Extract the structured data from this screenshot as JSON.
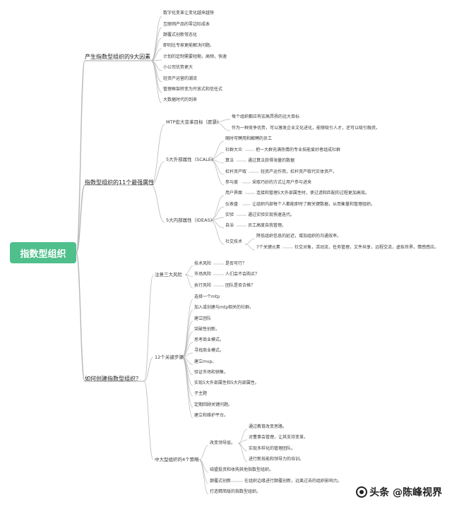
{
  "root": "指数型组织",
  "branches": [
    {
      "label": "产生指数型组织的9大因素",
      "children": [
        "数字化变革让变化越来越快",
        "互联网产品的零边际成本",
        "颠覆式创新常态化",
        "即则比专家更能解决问题。",
        "计划的定制需要短期，高频，快速",
        "小公司优势更大",
        "轻资产运营的潮流",
        "管理框架转变为开放式和信任式",
        "大数据时代的到来"
      ]
    },
    {
      "label": "指数型组织的11个最强属性",
      "groups": [
        {
          "label": "MTP宏大变革目标（愿景）",
          "children": [
            "每个组织都应有宏高昂扬的远大目标",
            "作为一种竞争优势，可以激发企业文化进化，能够吸引人才，还可以吸引融资。"
          ]
        },
        {
          "label": "5大外部属性（SCALE）",
          "children": [
            {
              "label": "随时可聘用和解聘的员工",
              "note": ""
            },
            {
              "label": "社群大众",
              "note": "把一大群充满热情的专业技能爱好者组成社群"
            },
            {
              "label": "算法",
              "note": "通过算法获得海量的数据"
            },
            {
              "label": "杠杆资产取",
              "note": "轻资产运作用，杠杆资产取代实体资产。"
            },
            {
              "label": "参与度",
              "note": "采取巧妙的方式让用户参与进来"
            }
          ]
        },
        {
          "label": "5大内部属性（IDEAS）",
          "children": [
            {
              "label": "用户界面",
              "note": "连接和管理5大外部属性时，使过滤和匹配的过程更加高效。"
            },
            {
              "label": "仪表盘",
              "note": "让组织内部每个人都能即时了解关键数据，从而衡量和管理组织。"
            },
            {
              "label": "实验",
              "note": "通过实验实现快速迭代。"
            },
            {
              "label": "自治",
              "note": "员工高度自我管理。"
            },
            {
              "label": "社交技术",
              "subs": [
                {
                  "label": "降低组织信息的延迟，增加组织的沟通效率。",
                  "note": ""
                },
                {
                  "label": "7个关键元素",
                  "note": "社交对象，活动流，任务管理，文件共享，远程交流，虚拟世界，情感感应。"
                }
              ]
            }
          ]
        }
      ]
    },
    {
      "label": "如何创建指数型组织？",
      "groups": [
        {
          "label": "注意三大风险",
          "children": [
            {
              "label": "技术风险",
              "note": "是否可行？"
            },
            {
              "label": "市场风险",
              "note": "人们会不会购买？"
            },
            {
              "label": "执行风险",
              "note": "团队是否合格？"
            }
          ]
        },
        {
          "label": "12个关键步骤",
          "children": [
            "选择一个mtp",
            "加入或创建与mtp相关的社群。",
            "建立团队",
            "突破性创新。",
            "思考商业模式。",
            "寻找商业模式。",
            "建立mvp。",
            "验证市场和销售。",
            "实现5大外部属性和5大内部属性。",
            "子主题",
            "定期回顾关键问题。",
            "建立和维护平台。"
          ]
        },
        {
          "label": "中大型组织的4个策略",
          "children": [
            {
              "label": "改变领导层。",
              "subs": [
                "通过教育改变思路。",
                "对董事会管理，让其支持变革。",
                "实现多样化的管理团队。",
                "进行新技能和领导力的培训。"
              ]
            },
            {
              "label": "结盟投资和收购其他指数型组织。",
              "note": ""
            },
            {
              "label": "颠覆式创新",
              "note": "在组织边缘进行颠覆创新，远离过去的组织影响力。"
            },
            {
              "label": "打造精简版的指数型组织。",
              "note": ""
            }
          ]
        }
      ]
    }
  ],
  "watermark": "头条 @陈峰视界",
  "colors": {
    "root_fill": "#4fbf8b",
    "line": "#b8b8b8",
    "text": "#3a3a3a"
  }
}
